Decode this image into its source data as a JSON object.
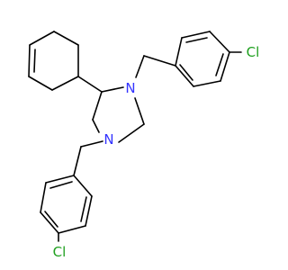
{
  "molecule": {
    "atoms": [
      {
        "id": "n1",
        "label": "N",
        "color": "#3333ff"
      },
      {
        "id": "n2",
        "label": "N",
        "color": "#3333ff"
      },
      {
        "id": "cl1",
        "label": "Cl",
        "color": "#1fa01f"
      },
      {
        "id": "cl2",
        "label": "Cl",
        "color": "#1fa01f"
      }
    ],
    "bond_color": "#000000"
  }
}
